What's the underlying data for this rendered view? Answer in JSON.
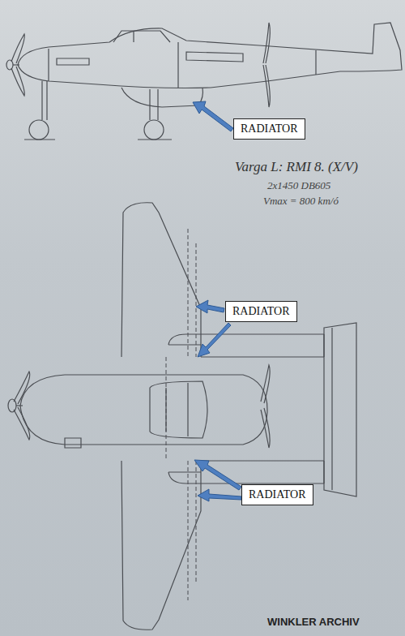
{
  "diagram": {
    "nodes": [
      {
        "text": [
          "RADIATOR"
        ]
      },
      {
        "text": [
          "RADIATOR"
        ]
      },
      {
        "text": [
          "RADIATOR"
        ]
      }
    ],
    "labels": [
      "Varga L: RMI 8. (X/V)",
      "2x1450 DB605",
      "Vmax = 800 km/ó",
      "WINKLER ARCHIV"
    ]
  }
}
